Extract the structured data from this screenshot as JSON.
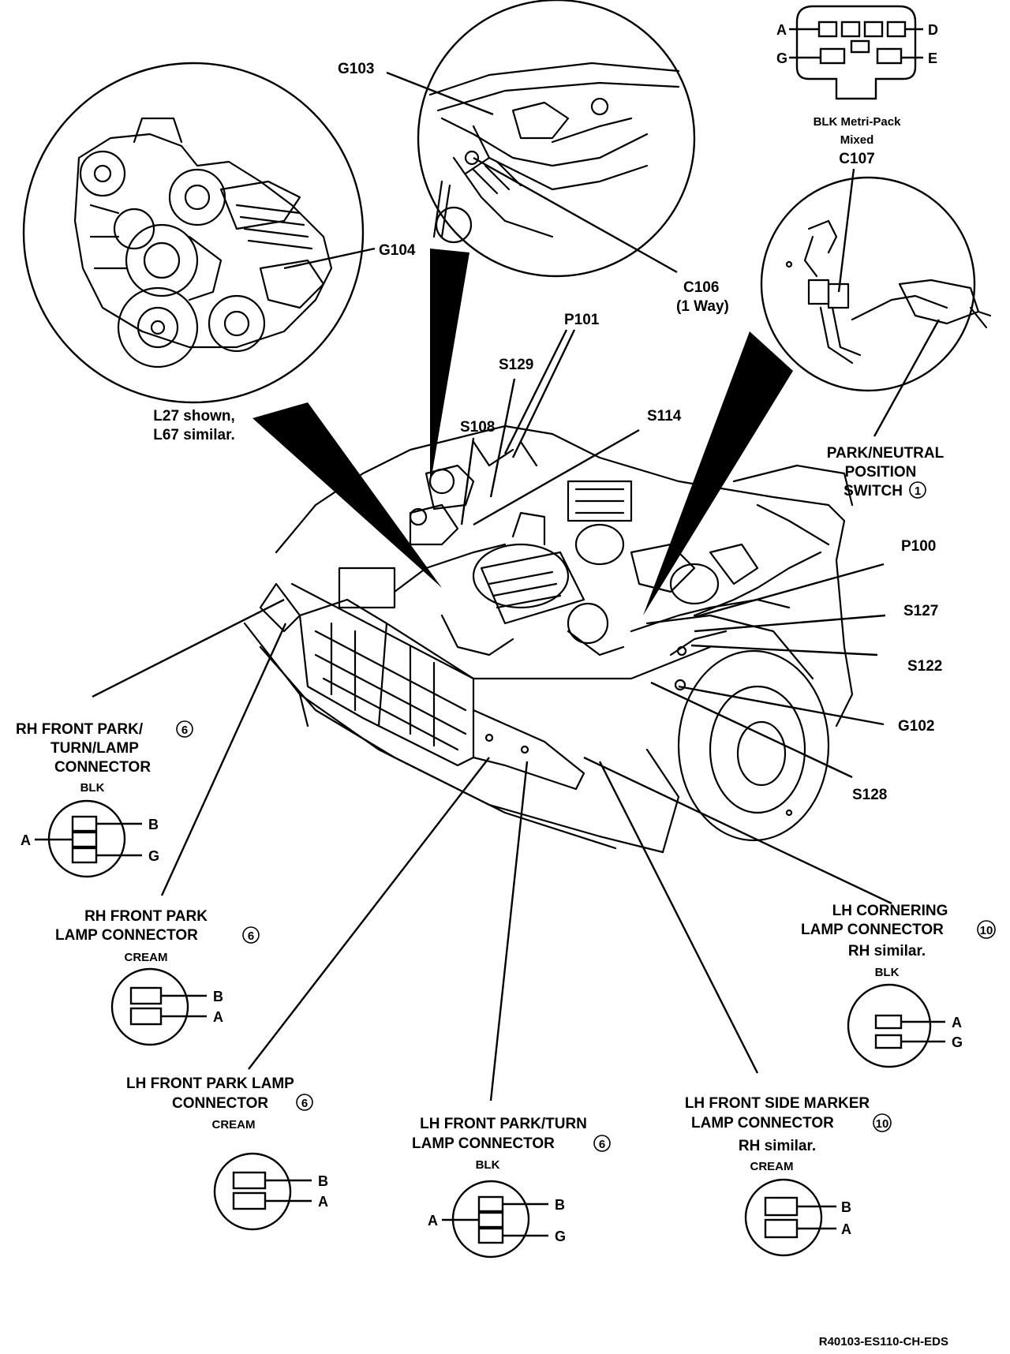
{
  "labels": {
    "g103": "G103",
    "g104": "G104",
    "c106": "C106",
    "c106_note": "(1 Way)",
    "p101": "P101",
    "s129": "S129",
    "s108": "S108",
    "s114": "S114",
    "engine_note_1": "L27 shown,",
    "engine_note_2": "L67 similar.",
    "park_neutral_1": "PARK/NEUTRAL",
    "park_neutral_2": "POSITION",
    "park_neutral_3": "SWITCH",
    "park_neutral_ref": "1",
    "p100": "P100",
    "s127": "S127",
    "s122": "S122",
    "g102": "G102",
    "s128": "S128",
    "figure_code": "R40103-ES110-CH-EDS"
  },
  "c107": {
    "type": "BLK Metri-Pack",
    "mixed": "Mixed",
    "name": "C107",
    "pins": {
      "a": "A",
      "d": "D",
      "g": "G",
      "e": "E"
    }
  },
  "rh_front_park_turn": {
    "title_1": "RH FRONT PARK/",
    "ref": "6",
    "title_2": "TURN/LAMP",
    "title_3": "CONNECTOR",
    "color": "BLK",
    "pins": {
      "a": "A",
      "b": "B",
      "g": "G"
    }
  },
  "rh_front_park": {
    "title_1": "RH FRONT PARK",
    "title_2": "LAMP CONNECTOR",
    "ref": "6",
    "color": "CREAM",
    "pins": {
      "b": "B",
      "a": "A"
    }
  },
  "lh_front_park": {
    "title_1": "LH FRONT PARK LAMP",
    "title_2": "CONNECTOR",
    "ref": "6",
    "color": "CREAM",
    "pins": {
      "b": "B",
      "a": "A"
    }
  },
  "lh_front_park_turn": {
    "title_1": "LH FRONT PARK/TURN",
    "title_2": "LAMP CONNECTOR",
    "ref": "6",
    "color": "BLK",
    "pins": {
      "a": "A",
      "b": "B",
      "g": "G"
    }
  },
  "lh_side_marker": {
    "title_1": "LH FRONT SIDE MARKER",
    "title_2": "LAMP CONNECTOR",
    "ref": "10",
    "note": "RH similar.",
    "color": "CREAM",
    "pins": {
      "b": "B",
      "a": "A"
    }
  },
  "lh_cornering": {
    "title_1": "LH CORNERING",
    "title_2": "LAMP CONNECTOR",
    "ref": "10",
    "note": "RH similar.",
    "color": "BLK",
    "pins": {
      "a": "A",
      "g": "G"
    }
  }
}
